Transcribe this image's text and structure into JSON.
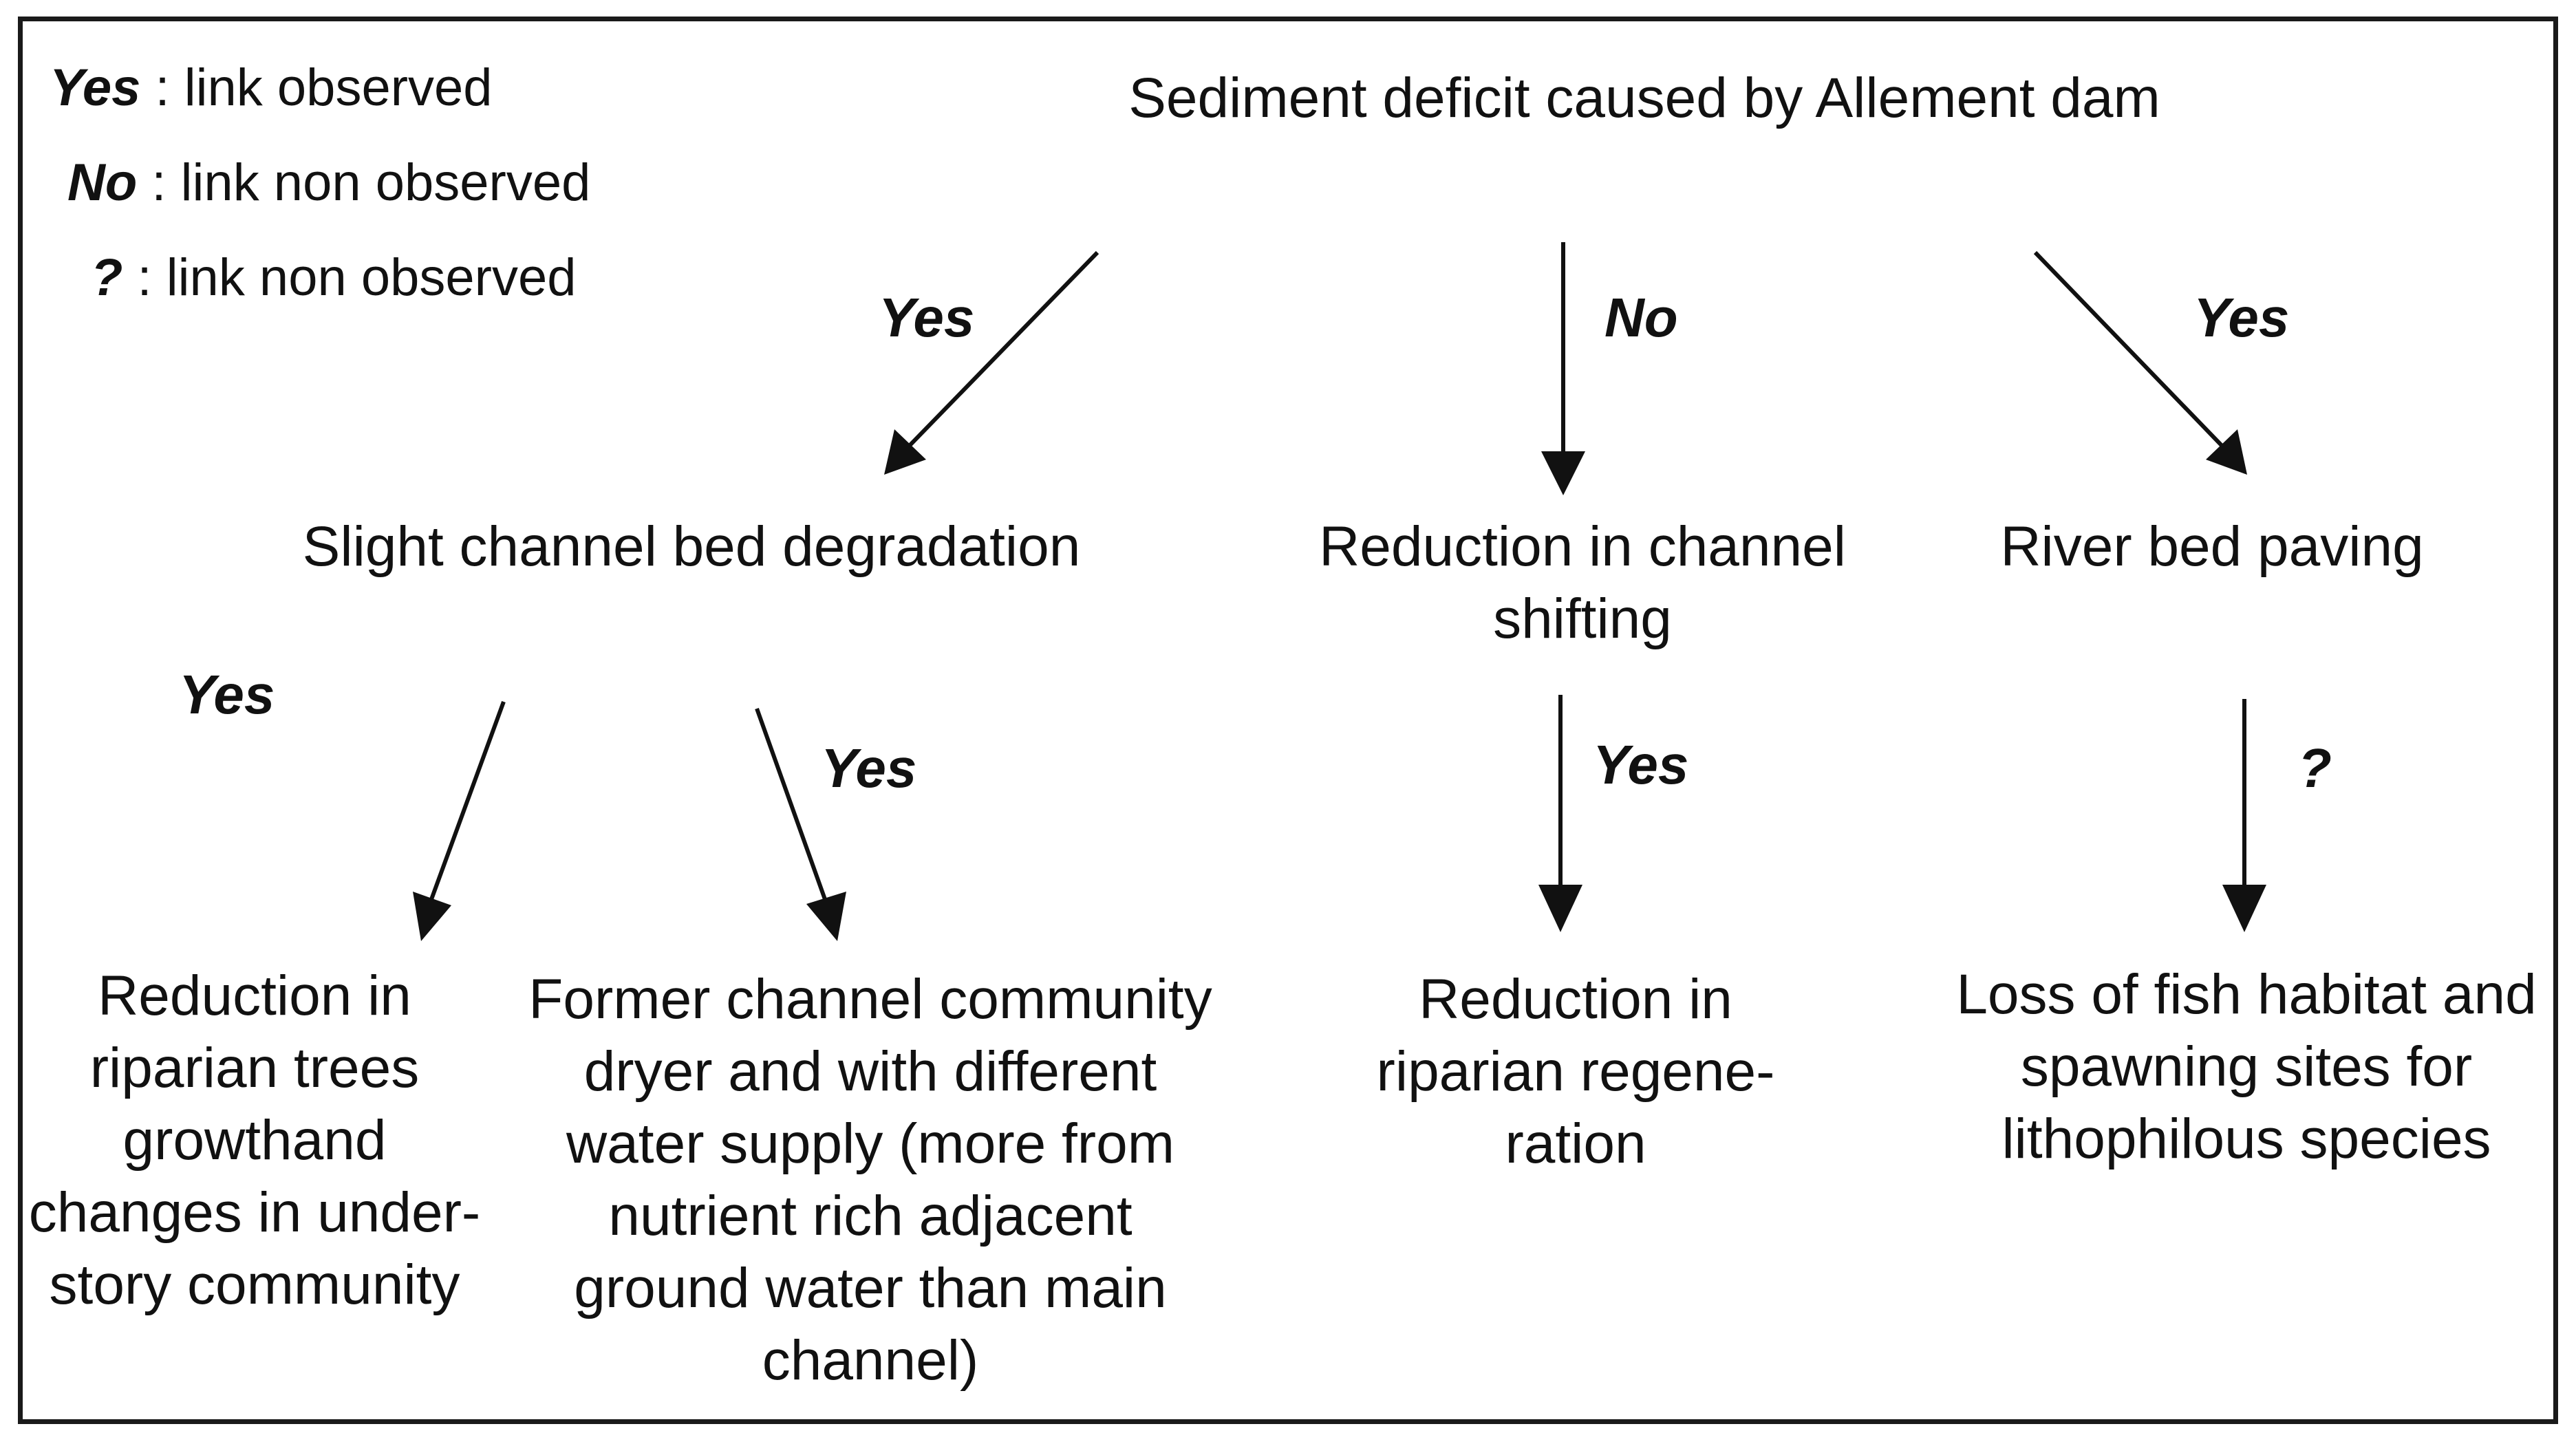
{
  "legend": [
    {
      "key": "Yes",
      "text": " : link observed"
    },
    {
      "key": "No",
      "text": " : link non observed"
    },
    {
      "key": "?",
      "text": " : link non observed"
    }
  ],
  "nodes": {
    "root": "Sediment deficit caused by Allement dam",
    "degradation": "Slight channel bed degradation",
    "shifting": "Reduction in channel\nshifting",
    "paving": "River bed paving",
    "trees": "Reduction in\nriparian trees\ngrowthand\nchanges in under-\nstory community",
    "former_channel": "Former channel community\ndryer and with different\nwater supply (more from\nnutrient rich adjacent\nground water than main\nchannel)",
    "regeneration": "Reduction in\nriparian regene-\nration",
    "fish": "Loss of fish habitat and\nspawning sites for\nlithophilous species"
  },
  "links": {
    "root_to_degradation": "Yes",
    "root_to_shifting": "No",
    "root_to_paving": "Yes",
    "degradation_to_trees": "Yes",
    "degradation_to_former_channel": "Yes",
    "shifting_to_regeneration": "Yes",
    "paving_to_fish": "?"
  }
}
